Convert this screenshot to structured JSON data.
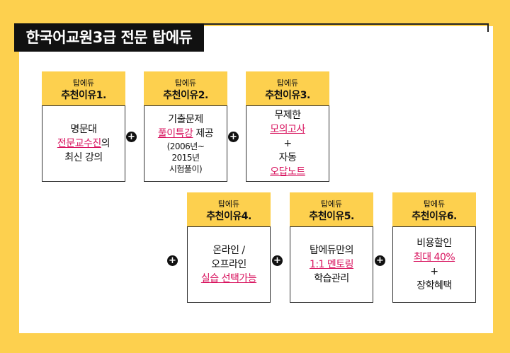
{
  "title": "한국어교원3급 전문 탑에듀",
  "plus_symbol": "+",
  "cards": [
    {
      "brand": "탑에듀",
      "reason": "추천이유1.",
      "lines": [
        {
          "text": "명문대"
        },
        {
          "text": "전문교수진",
          "tail": "의",
          "hl": true
        },
        {
          "text": "최신 강의"
        }
      ]
    },
    {
      "brand": "탑에듀",
      "reason": "추천이유2.",
      "lines": [
        {
          "text": "기출문제"
        },
        {
          "text": "풀이특강",
          "tail": " 제공",
          "hl": true
        },
        {
          "text": "(2006년~",
          "small": true
        },
        {
          "text": "2015년",
          "small": true
        },
        {
          "text": "시험풀이)",
          "small": true
        }
      ]
    },
    {
      "brand": "탑에듀",
      "reason": "추천이유3.",
      "lines": [
        {
          "text": "무제한"
        },
        {
          "text": "모의고사",
          "hl": true
        },
        {
          "text": "+"
        },
        {
          "text": "자동"
        },
        {
          "text": "오답노트",
          "hl": true
        }
      ]
    },
    {
      "brand": "탑에듀",
      "reason": "추천이유4.",
      "lines": [
        {
          "text": "온라인 /"
        },
        {
          "text": "오프라인"
        },
        {
          "text": "실습 선택가능",
          "hl": true
        }
      ]
    },
    {
      "brand": "탑에듀",
      "reason": "추천이유5.",
      "lines": [
        {
          "text": "탑에듀만의"
        },
        {
          "text": "1:1 멘토링",
          "hl": true
        },
        {
          "text": "학습관리"
        }
      ]
    },
    {
      "brand": "탑에듀",
      "reason": "추천이유6.",
      "lines": [
        {
          "text": "비용할인"
        },
        {
          "text": "최대 40%",
          "hl": true
        },
        {
          "text": "+"
        },
        {
          "text": "장학혜택"
        }
      ]
    }
  ],
  "colors": {
    "accent": "#fdd04e",
    "highlight": "#d8145f",
    "dark": "#111111"
  }
}
